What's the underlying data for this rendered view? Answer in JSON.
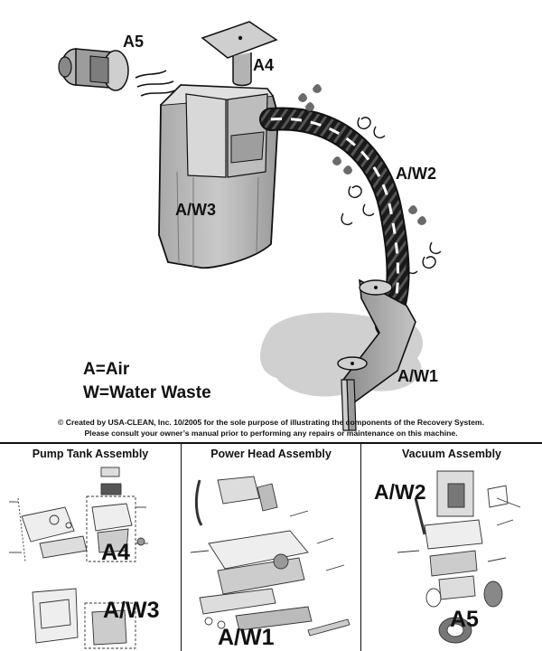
{
  "labels": {
    "a5": "A5",
    "a4": "A4",
    "aw2": "A/W2",
    "aw3": "A/W3",
    "aw1": "A/W1"
  },
  "legend": {
    "air": "A=Air",
    "water": "W=Water Waste"
  },
  "credit": {
    "line1": "© Created by USA-CLEAN, Inc. 10/2005 for the sole purpose of illustrating the components of the Recovery System.",
    "line2": "Please consult your owner’s manual prior to performing any repairs or maintenance on this machine."
  },
  "panels": [
    {
      "title": "Pump Tank Assembly",
      "tags": [
        "A4",
        "A/W3"
      ]
    },
    {
      "title": "Power Head Assembly",
      "tags": [
        "A/W1"
      ]
    },
    {
      "title": "Vacuum Assembly",
      "tags": [
        "A/W2",
        "A5"
      ]
    }
  ]
}
